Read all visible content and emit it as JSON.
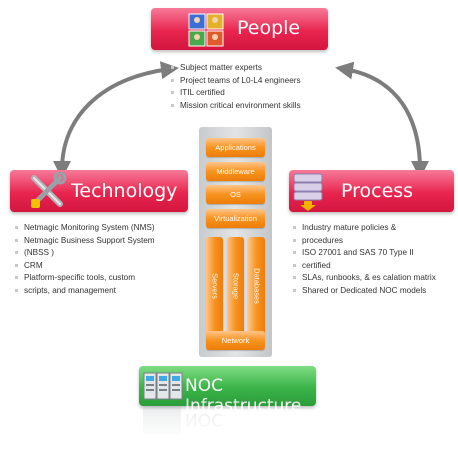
{
  "people": {
    "title": "People",
    "bullets": [
      "Subject matter experts",
      "Project teams of L0-L4 engineers",
      "ITIL certified",
      "Mission critical environment skills"
    ]
  },
  "technology": {
    "title": "Technology",
    "bullets": [
      "Netmagic Monitoring System (NMS)",
      "Netmagic Business Support System",
      "(NBSS )",
      "CRM",
      "Platform-specific tools, custom",
      "scripts, and management"
    ]
  },
  "process": {
    "title": "Process",
    "bullets": [
      "Industry mature policies &",
      "procedures",
      "ISO 27001 and  SAS 70 Type II",
      "certified",
      "SLAs, runbooks, & es  calation matrix",
      "Shared or Dedicated NOC models"
    ]
  },
  "stack": {
    "layers": [
      "Applications",
      "Middleware",
      "OS",
      "Virtualization"
    ],
    "vertical": [
      "Servers",
      "Storage",
      "Databases"
    ],
    "bottom": "Network"
  },
  "noc": {
    "title": "NOC Infrastructure"
  },
  "colors": {
    "pink_banner": "#e8254f",
    "green_banner": "#3bb449",
    "orange_layer": "#f7931e",
    "arrow_gray": "#7d7d7d"
  },
  "icons": [
    "people-icon",
    "tools-icon",
    "server-stack-icon",
    "server-racks-icon"
  ]
}
